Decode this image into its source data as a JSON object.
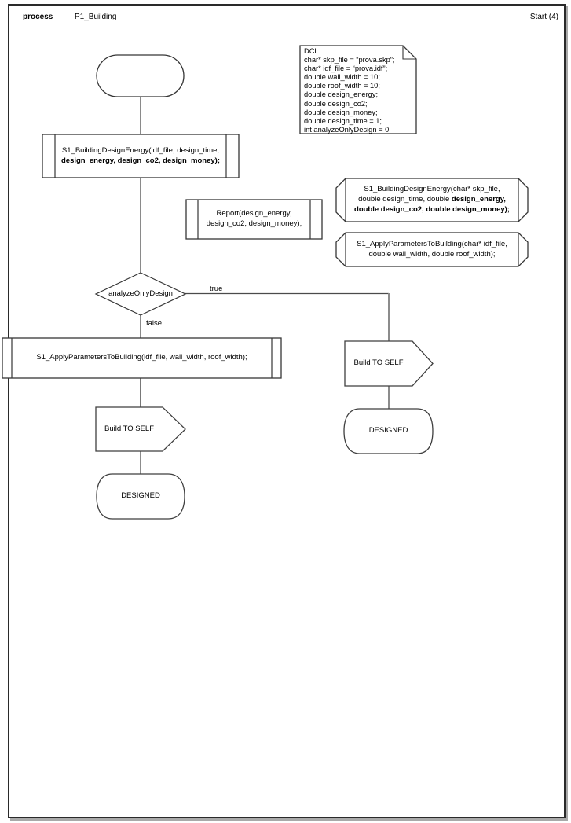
{
  "header": {
    "kind": "process",
    "title": "P1_Building",
    "page": "Start (4)"
  },
  "dcl": {
    "lines": [
      "DCL",
      "char* skp_file = “prova.skp”;",
      "char* idf_file = “prova.idf”;",
      "double wall_width = 10;",
      "double roof_width = 10;",
      "double design_energy;",
      "double design_co2;",
      "double design_money;",
      "double design_time = 1;",
      "int analyzeOnlyDesign = 0;"
    ]
  },
  "flow": {
    "call_design_energy": {
      "line1": "S1_BuildingDesignEnergy(idf_file, design_time,",
      "line2": "design_energy, design_co2, design_money);"
    },
    "report": {
      "line1": "Report(design_energy,",
      "line2": "design_co2, design_money);"
    },
    "decision": {
      "label": "analyzeOnlyDesign",
      "true_label": "true",
      "false_label": "false"
    },
    "call_apply_params": {
      "line1": "S1_ApplyParametersToBuilding(idf_file, wall_width, roof_width);"
    },
    "output_left": "Build TO SELF",
    "state_left": "DESIGNED",
    "output_right": "Build TO SELF",
    "state_right": "DESIGNED"
  },
  "decls": {
    "design_energy": {
      "line1": "S1_BuildingDesignEnergy(char* skp_file,",
      "line2a": "double design_time, double ",
      "line2b": "design_energy,",
      "line3": "double design_co2, double design_money);"
    },
    "apply_params": {
      "line1": "S1_ApplyParametersToBuilding(char* idf_file,",
      "line2": "double wall_width, double roof_width);"
    }
  }
}
